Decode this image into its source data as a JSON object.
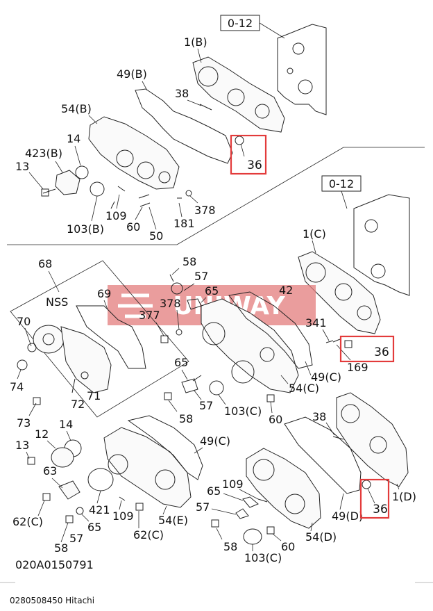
{
  "ref_labels": [
    "0-12",
    "0-12"
  ],
  "labels": {
    "l1b": "1(B)",
    "l49b": "49(B)",
    "l38a": "38",
    "l54b": "54(B)",
    "l14a": "14",
    "l423b": "423(B)",
    "l13a": "13",
    "l103b": "103(B)",
    "l109a": "109",
    "l60a": "60",
    "l50": "50",
    "l181": "181",
    "l378a": "378",
    "l36a": "36",
    "l1c": "1(C)",
    "l68": "68",
    "lnss": "NSS",
    "l69": "69",
    "l70": "70",
    "l74": "74",
    "l72": "72",
    "l71": "71",
    "l73": "73",
    "l58a": "58",
    "l57a": "57",
    "l65a": "65",
    "l378b": "378",
    "l377": "377",
    "l42": "42",
    "l341": "341",
    "l169": "169",
    "l36b": "36",
    "l49c": "49(C)",
    "l54c": "54(C)",
    "l65b": "65",
    "l57b": "57",
    "l58b": "58",
    "l103c": "103(C)",
    "l60b": "60",
    "l14b": "14",
    "l12": "12",
    "l13b": "13",
    "l49c2": "49(C)",
    "l63": "63",
    "l421": "421",
    "l109b": "109",
    "l54e": "54(E)",
    "l62c": "62(C)",
    "l62c2": "62(C)",
    "l58c": "58",
    "l57c": "57",
    "l65c": "65",
    "l38b": "38",
    "l65d": "65",
    "l109c": "109",
    "l57d": "57",
    "l58d": "58",
    "l60c": "60",
    "l103c2": "103(C)",
    "l54d": "54(D)",
    "l49d": "49(D)",
    "l1d": "1(D)",
    "l36c": "36"
  },
  "diagram_code": "020A0150791",
  "watermark": "UNIWAY",
  "caption": "0280508450 Hitachi",
  "colors": {
    "highlight": "#e33b3b",
    "line": "#222222"
  }
}
